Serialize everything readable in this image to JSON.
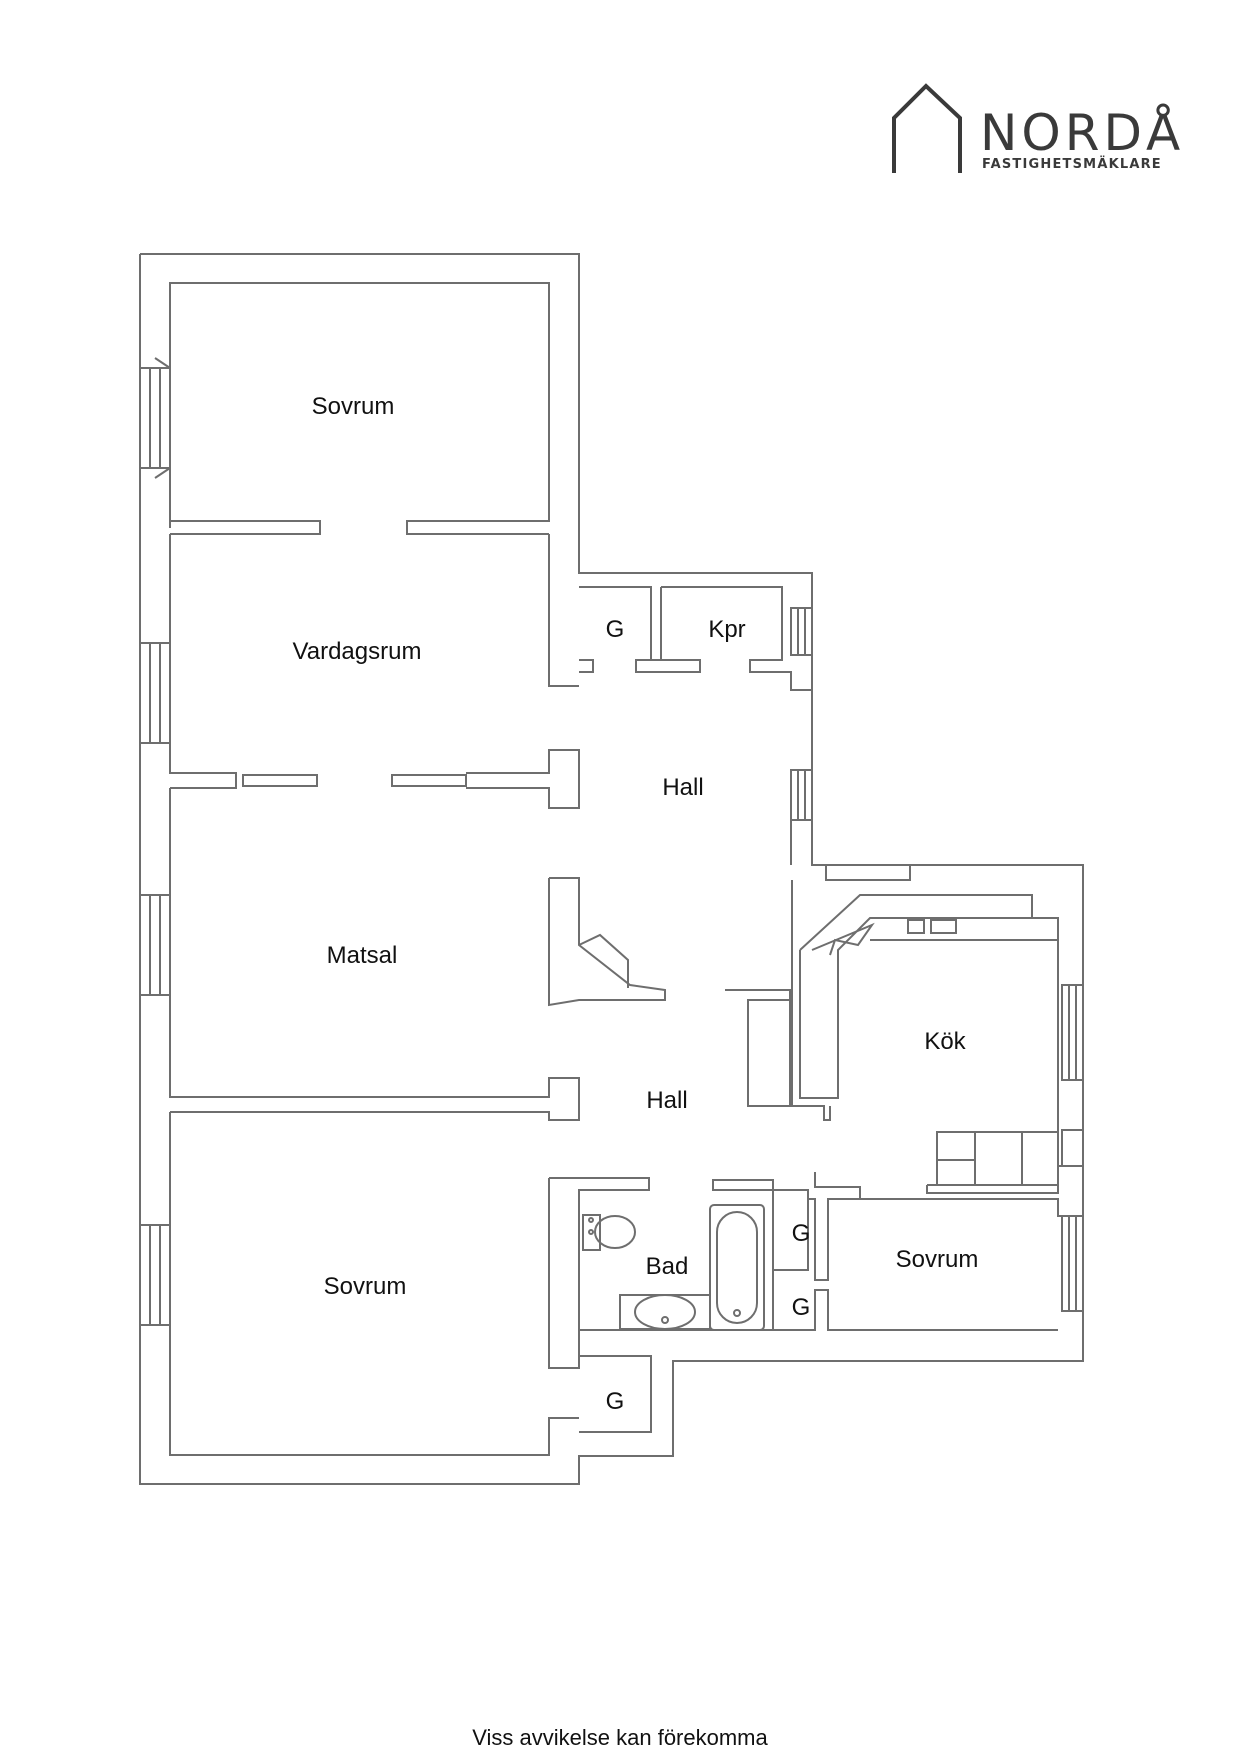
{
  "logo": {
    "name": "NORDÅ",
    "subtitle": "FASTIGHETSMÄKLARE",
    "icon": "house-outline-icon"
  },
  "rooms": {
    "sovrum_top": "Sovrum",
    "vardagsrum": "Vardagsrum",
    "matsal": "Matsal",
    "sovrum_bottom_left": "Sovrum",
    "g_top": "G",
    "kpr": "Kpr",
    "hall_upper": "Hall",
    "hall_lower": "Hall",
    "kok": "Kök",
    "bad": "Bad",
    "g_mid_upper": "G",
    "g_mid_lower": "G",
    "sovrum_right": "Sovrum",
    "g_bottom": "G"
  },
  "footer": {
    "disclaimer": "Viss avvikelse kan förekomma"
  },
  "colors": {
    "wall": "#6e6e6e",
    "text": "#111111"
  }
}
